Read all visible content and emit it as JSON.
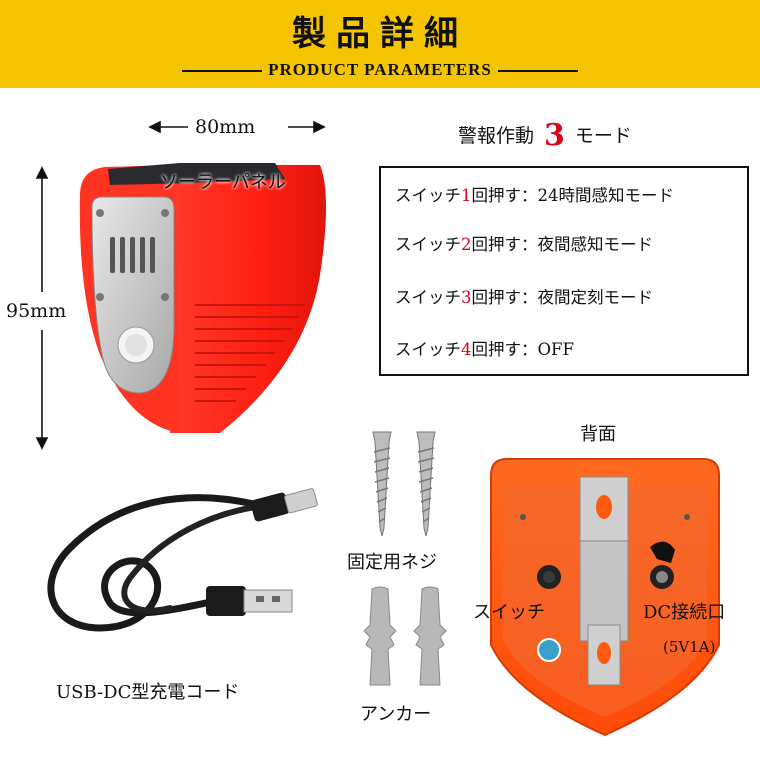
{
  "header": {
    "title": "製品詳細",
    "subtitle": "PRODUCT PARAMETERS"
  },
  "dimensions": {
    "width": "80mm",
    "height": "95mm",
    "solar_panel_label": "ソーラーパネル"
  },
  "modes": {
    "title_prefix": "警報作動",
    "title_count": "3",
    "title_suffix": "モード",
    "items": [
      {
        "prefix": "スイッチ",
        "num": "1",
        "suffix": "回押す：24時間感知モード"
      },
      {
        "prefix": "スイッチ",
        "num": "2",
        "suffix": "回押す：夜間感知モード"
      },
      {
        "prefix": "スイッチ",
        "num": "3",
        "suffix": "回押す：夜間定刻モード"
      },
      {
        "prefix": "スイッチ",
        "num": "4",
        "suffix": "回押す：OFF"
      }
    ]
  },
  "back": {
    "title": "背面",
    "switch_label": "スイッチ",
    "dc_label": "DC接続口",
    "dc_spec": "(5V1A)"
  },
  "accessories": {
    "cable_label": "USB-DC型充電コード",
    "screws_label": "固定用ネジ",
    "anchors_label": "アンカー"
  },
  "colors": {
    "banner": "#f5c400",
    "accent_red": "#e1001a",
    "device_red": "#ff2a1a",
    "device_orange": "#ff5a10"
  }
}
